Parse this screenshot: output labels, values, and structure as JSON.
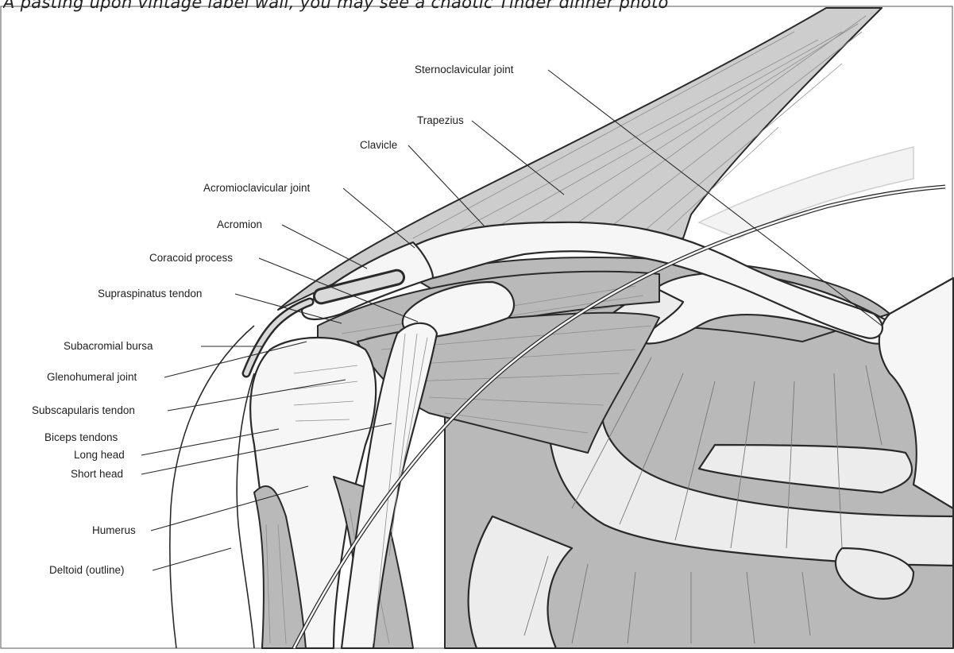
{
  "caption": "A pasting upon vintage label wall, you may see a chaotic Tinder dinner photo",
  "labels": {
    "sternoclavicular_joint": "Sternoclavicular joint",
    "trapezius": "Trapezius",
    "clavicle": "Clavicle",
    "acromioclavicular_joint": "Acromioclavicular joint",
    "acromion": "Acromion",
    "coracoid_process": "Coracoid process",
    "supraspinatus_tendon": "Supraspinatus tendon",
    "subacromial_bursa": "Subacromial bursa",
    "glenohumeral_joint": "Glenohumeral joint",
    "subscapularis_tendon": "Subscapularis tendon",
    "biceps_tendons": "Biceps tendons",
    "long_head": "Long head",
    "short_head": "Short head",
    "humerus": "Humerus",
    "deltoid_outline": "Deltoid (outline)"
  },
  "colors": {
    "muscle": "#b9b9b9",
    "bone": "#ececec",
    "outline": "#2a2a2a",
    "background": "#ffffff"
  }
}
